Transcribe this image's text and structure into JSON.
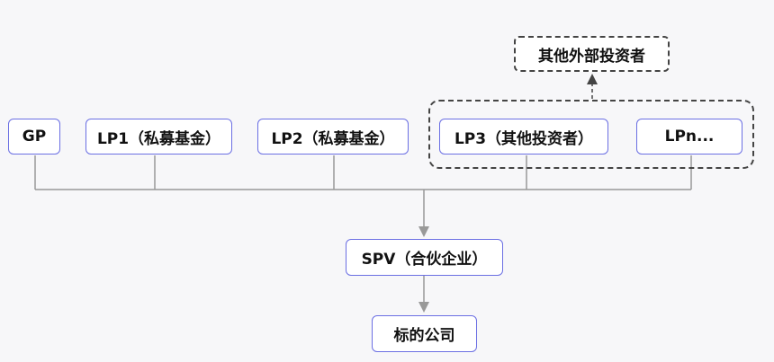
{
  "diagram": {
    "nodes": {
      "gp": "GP",
      "lp1": "LP1（私募基金）",
      "lp2": "LP2（私募基金）",
      "lp3": "LP3（其他投资者）",
      "lpn": "LPn...",
      "outside": "其他外部投资者",
      "spv": "SPV（合伙企业）",
      "target": "标的公司"
    }
  },
  "colors": {
    "node_border": "#6b6fe3",
    "line": "#999999",
    "dashed": "#444444"
  }
}
